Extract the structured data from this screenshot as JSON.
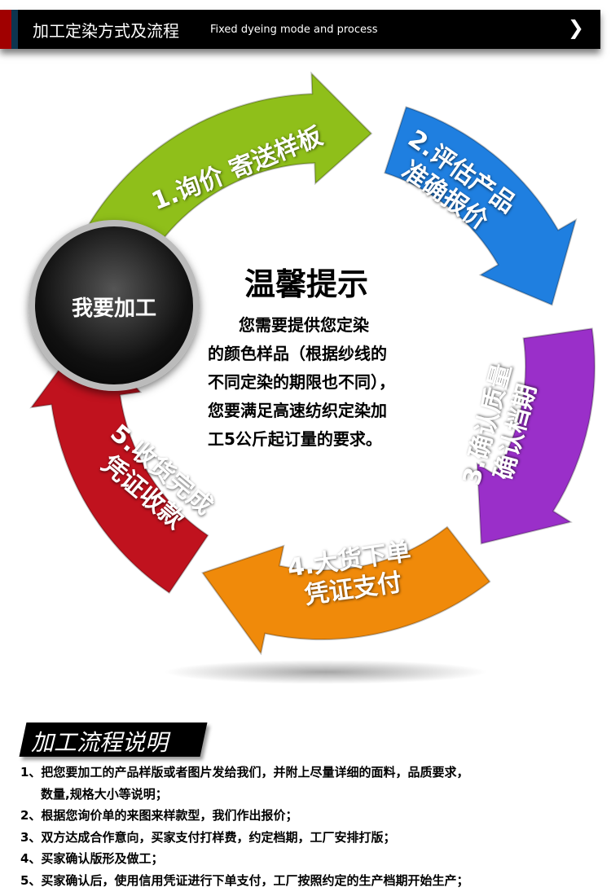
{
  "header": {
    "title": "加工定染方式及流程",
    "subtitle": "Fixed dyeing mode and process",
    "chevron_icon": "chevron-right-icon"
  },
  "cycle": {
    "hub": "我要加工",
    "steps": [
      {
        "lines": [
          "1.询价 寄送样板"
        ],
        "color": "#8fbf1a"
      },
      {
        "lines": [
          "2.评估产品",
          "准确报价"
        ],
        "color": "#1f7fe0"
      },
      {
        "lines": [
          "3.确认质量",
          "确认档期"
        ],
        "color": "#9a2fc9"
      },
      {
        "lines": [
          "4.大货下单",
          "凭证支付"
        ],
        "color": "#f08a0a"
      },
      {
        "lines": [
          "5.收货完成",
          "凭证收款"
        ],
        "color": "#c0121e"
      }
    ],
    "tip_title": "温馨提示",
    "tip_lines": [
      "您需要提供您定染",
      "的颜色样品（根据纱线的",
      "不同定染的期限也不同），",
      "您要满足高速纺织定染加",
      "工5公斤起订量的要求。"
    ]
  },
  "process": {
    "title": "加工流程说明",
    "items": [
      "1、把您要加工的产品样版或者图片发给我们，并附上尽量详细的面料，品质要求，",
      "数量,规格大小等说明；",
      "2、根据您询价单的来图来样款型，我们作出报价；",
      "3、双方达成合作意向，买家支付打样费，约定档期，工厂安排打版；",
      "4、买家确认版形及做工；",
      "5、买家确认后，使用信用凭证进行下单支付，工厂按照约定的生产档期开始生产；"
    ]
  }
}
